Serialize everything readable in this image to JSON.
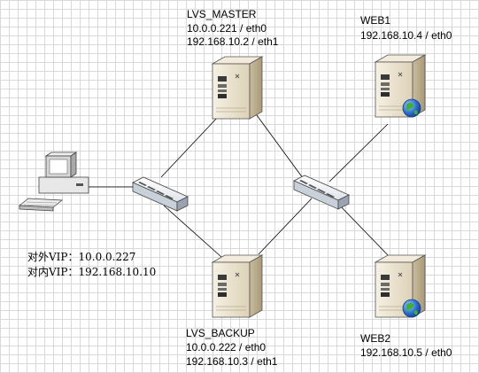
{
  "nodes": {
    "lvs_master": {
      "name": "LVS_MASTER",
      "ip1": "10.0.0.221 / eth0",
      "ip2": "192.168.10.2 / eth1"
    },
    "lvs_backup": {
      "name": "LVS_BACKUP",
      "ip1": "10.0.0.222 / eth0",
      "ip2": "192.168.10.3 / eth1"
    },
    "web1": {
      "name": "WEB1",
      "ip": "192.168.10.4 / eth0"
    },
    "web2": {
      "name": "WEB2",
      "ip": "192.168.10.5 / eth0"
    }
  },
  "vip": {
    "external": "对外VIP：10.0.0.227",
    "internal": "对内VIP：192.168.10.10"
  },
  "icons": [
    "client-pc-icon",
    "switch-left-icon",
    "switch-right-icon",
    "lvs-master-server-icon",
    "lvs-backup-server-icon",
    "web1-server-icon",
    "web2-server-icon",
    "globe-icon"
  ],
  "colors": {
    "line": "#000000",
    "server_body": "#efe7d4",
    "switch_body": "#eef1f4",
    "globe": "#2f6fd0",
    "grid": "#d9d9d9"
  }
}
